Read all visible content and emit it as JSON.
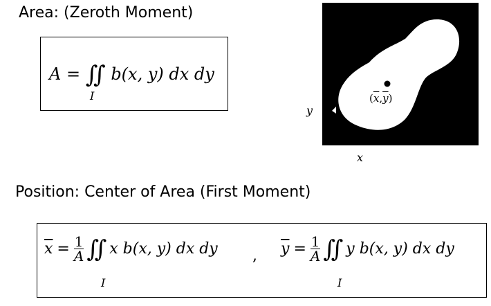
{
  "headings": {
    "area": "Area: (Zeroth Moment)",
    "position": "Position: Center of Area (First Moment)"
  },
  "area_formula": {
    "lhs": "A =",
    "integral": "∬",
    "domain": "I",
    "integrand": "b(x, y) dx dy"
  },
  "centroid_formula": {
    "xbar": "x",
    "ybar": "y",
    "equals": "=",
    "numerator": "1",
    "denominator": "A",
    "integral": "∬",
    "domain": "I",
    "x_integrand": "x b(x, y) dx dy",
    "separator": ",",
    "y_integrand": "y b(x, y) dx dy"
  },
  "figure": {
    "centroid_label_x": "x",
    "centroid_label_y": "y",
    "centroid_comma": ",",
    "centroid_open": "(",
    "centroid_close": ")",
    "x_axis": "x",
    "y_axis": "y",
    "background_color": "#000000",
    "shape_color": "#ffffff"
  }
}
